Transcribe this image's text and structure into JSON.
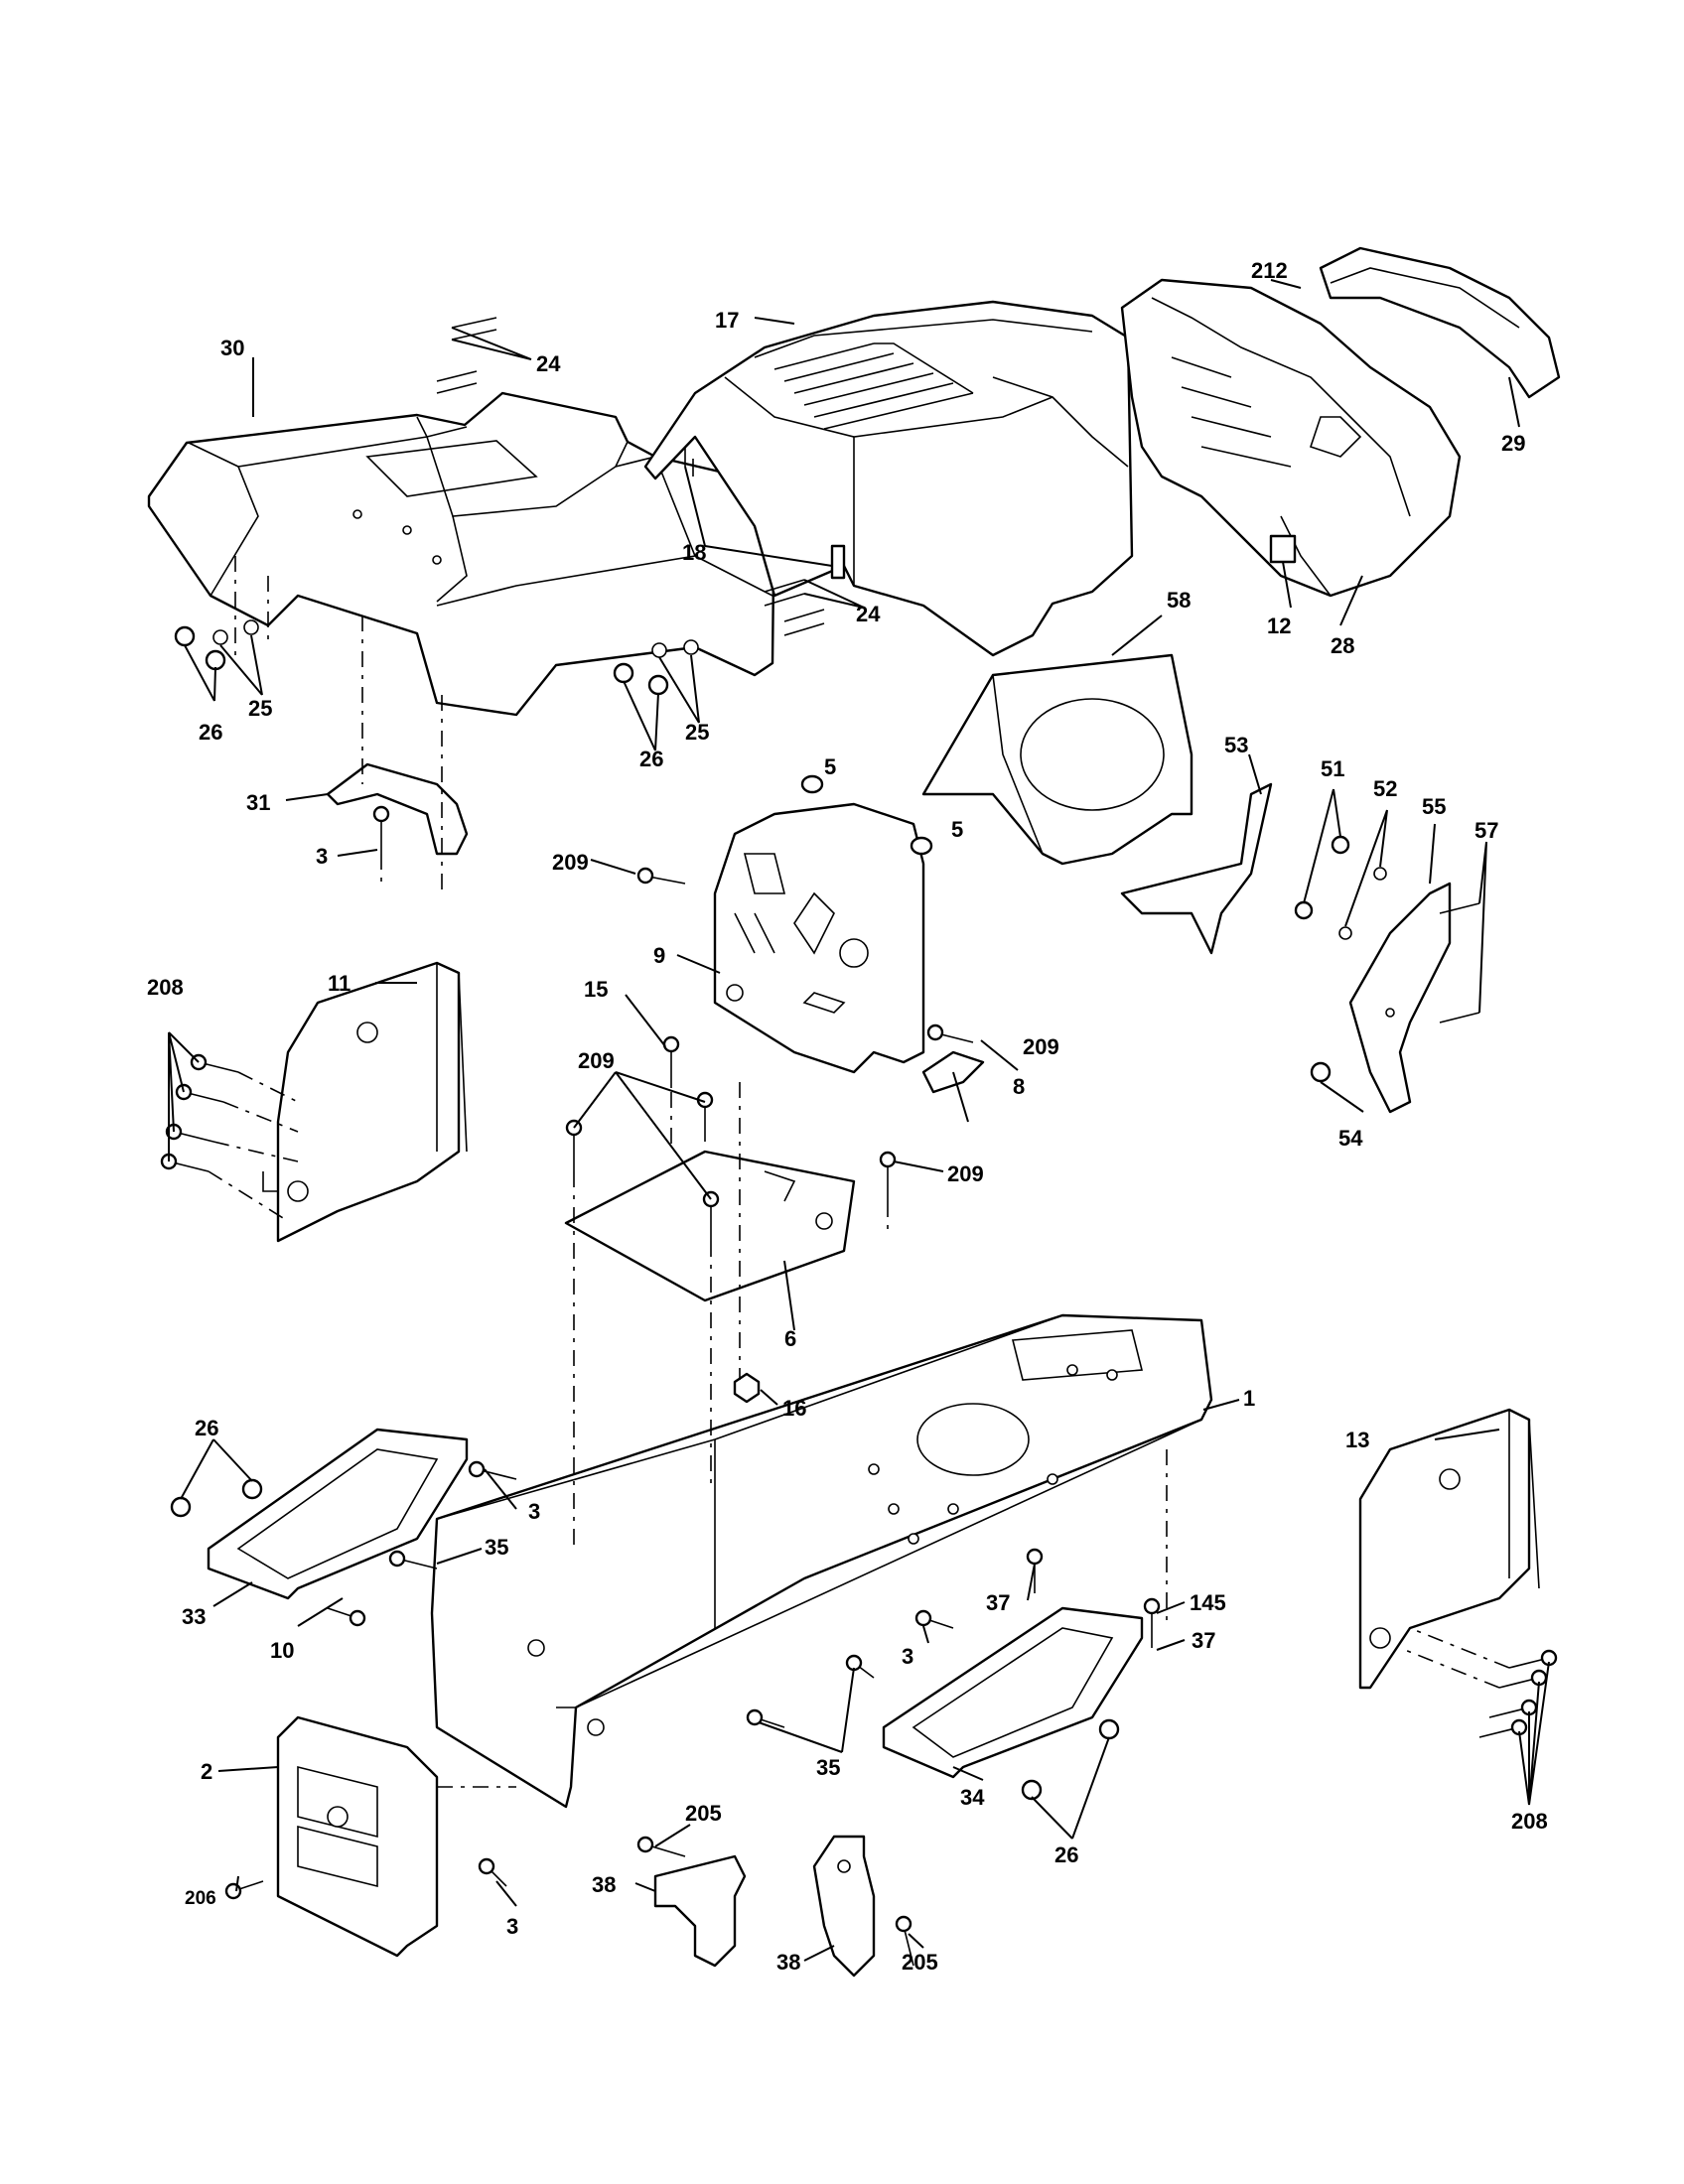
{
  "colors": {
    "line": "#000000",
    "background": "#ffffff"
  },
  "callouts": {
    "c1": "1",
    "c2": "2",
    "c3a": "3",
    "c3b": "3",
    "c3c": "3",
    "c3d": "3",
    "c5a": "5",
    "c5b": "5",
    "c6": "6",
    "c8": "8",
    "c9": "9",
    "c10": "10",
    "c11": "11",
    "c12": "12",
    "c13": "13",
    "c15": "15",
    "c16": "16",
    "c17": "17",
    "c18": "18",
    "c24a": "24",
    "c24b": "24",
    "c25a": "25",
    "c25b": "25",
    "c26a": "26",
    "c26b": "26",
    "c26c": "26",
    "c26d": "26",
    "c28": "28",
    "c29": "29",
    "c30": "30",
    "c31": "31",
    "c33": "33",
    "c34": "34",
    "c35a": "35",
    "c35b": "35",
    "c37a": "37",
    "c37b": "37",
    "c38a": "38",
    "c38b": "38",
    "c51": "51",
    "c52": "52",
    "c53": "53",
    "c54": "54",
    "c55": "55",
    "c57": "57",
    "c58": "58",
    "c145": "145",
    "c205a": "205",
    "c205b": "205",
    "c206": "206",
    "c208a": "208",
    "c208b": "208",
    "c209a": "209",
    "c209b": "209",
    "c209c": "209",
    "c209d": "209",
    "c212": "212"
  }
}
